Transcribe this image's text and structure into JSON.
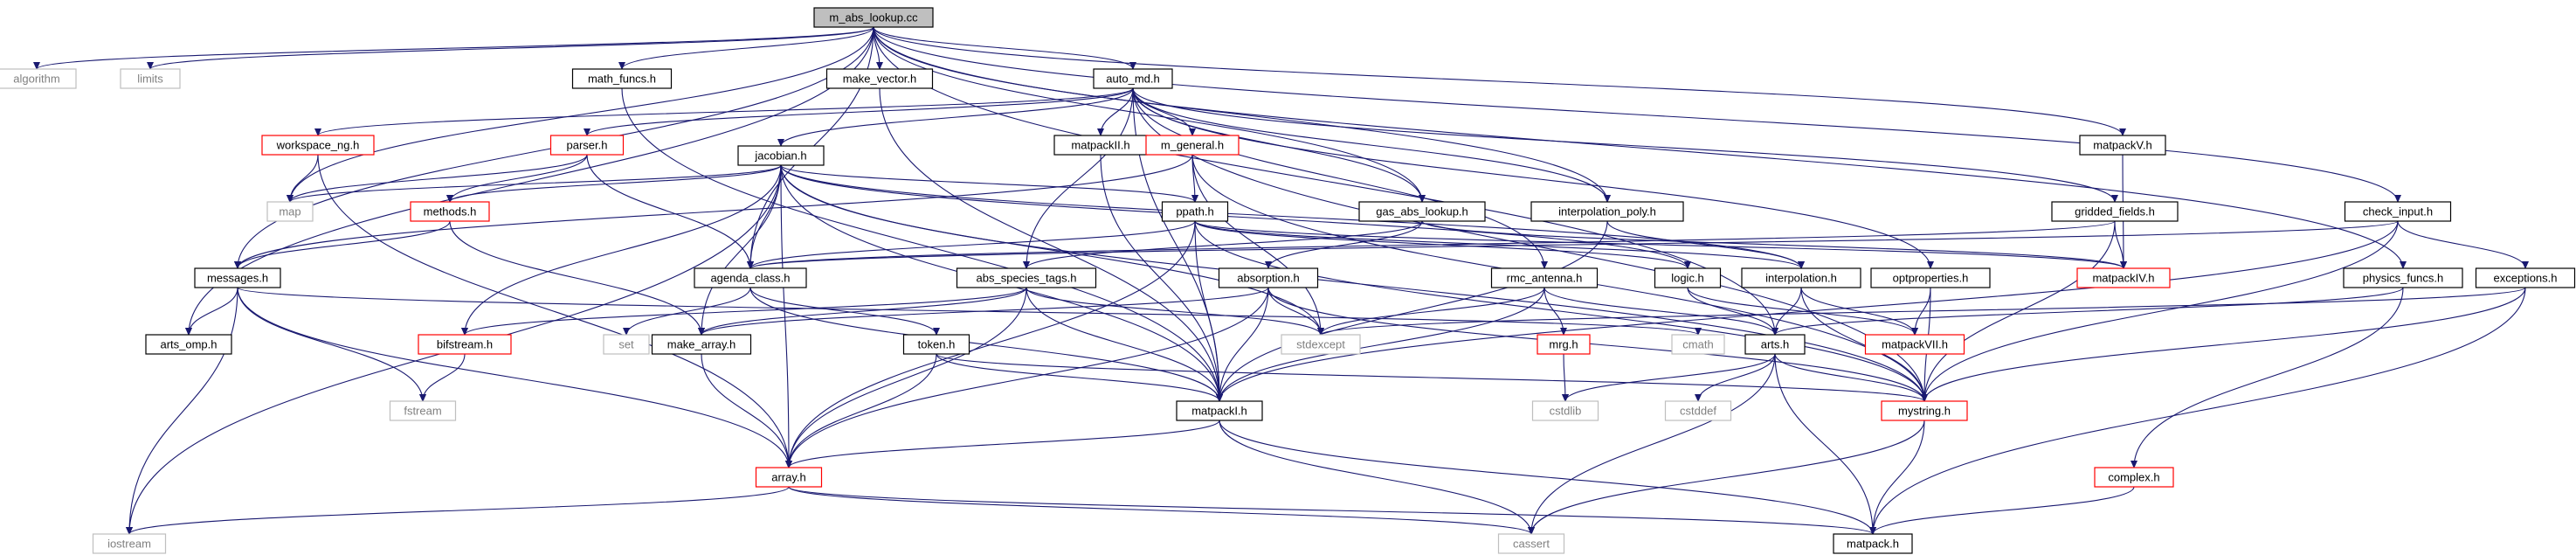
{
  "diagram": {
    "root": "m_abs_lookup.cc",
    "colors": {
      "edge": "#191970",
      "root_fill": "#bfbfbf",
      "root_border": "#000000",
      "documented_border": "#000000",
      "has_more_border": "#ff0000",
      "external_border": "#bfbfbf",
      "external_text": "#808080",
      "text": "#000000"
    },
    "nodes": [
      {
        "id": "root",
        "label": "m_abs_lookup.cc",
        "kind": "root"
      },
      {
        "id": "algorithm",
        "label": "algorithm",
        "kind": "external"
      },
      {
        "id": "limits",
        "label": "limits",
        "kind": "external"
      },
      {
        "id": "math_funcs",
        "label": "math_funcs.h",
        "kind": "documented"
      },
      {
        "id": "make_vector",
        "label": "make_vector.h",
        "kind": "documented"
      },
      {
        "id": "auto_md",
        "label": "auto_md.h",
        "kind": "documented"
      },
      {
        "id": "matpackV",
        "label": "matpackV.h",
        "kind": "documented"
      },
      {
        "id": "check_input",
        "label": "check_input.h",
        "kind": "documented"
      },
      {
        "id": "workspace_ng",
        "label": "workspace_ng.h",
        "kind": "has-more"
      },
      {
        "id": "parser",
        "label": "parser.h",
        "kind": "has-more"
      },
      {
        "id": "jacobian",
        "label": "jacobian.h",
        "kind": "documented"
      },
      {
        "id": "matpackII",
        "label": "matpackII.h",
        "kind": "documented"
      },
      {
        "id": "m_general",
        "label": "m_general.h",
        "kind": "has-more"
      },
      {
        "id": "map",
        "label": "map",
        "kind": "external"
      },
      {
        "id": "methods",
        "label": "methods.h",
        "kind": "has-more"
      },
      {
        "id": "ppath",
        "label": "ppath.h",
        "kind": "documented"
      },
      {
        "id": "gas_abs_lookup",
        "label": "gas_abs_lookup.h",
        "kind": "documented"
      },
      {
        "id": "interpolation_poly",
        "label": "interpolation_poly.h",
        "kind": "documented"
      },
      {
        "id": "gridded_fields",
        "label": "gridded_fields.h",
        "kind": "documented"
      },
      {
        "id": "messages",
        "label": "messages.h",
        "kind": "documented"
      },
      {
        "id": "agenda_class",
        "label": "agenda_class.h",
        "kind": "documented"
      },
      {
        "id": "abs_species_tags",
        "label": "abs_species_tags.h",
        "kind": "documented"
      },
      {
        "id": "absorption",
        "label": "absorption.h",
        "kind": "documented"
      },
      {
        "id": "rmc_antenna",
        "label": "rmc_antenna.h",
        "kind": "documented"
      },
      {
        "id": "logic",
        "label": "logic.h",
        "kind": "documented"
      },
      {
        "id": "interpolation",
        "label": "interpolation.h",
        "kind": "documented"
      },
      {
        "id": "optproperties",
        "label": "optproperties.h",
        "kind": "documented"
      },
      {
        "id": "matpackIV",
        "label": "matpackIV.h",
        "kind": "has-more"
      },
      {
        "id": "physics_funcs",
        "label": "physics_funcs.h",
        "kind": "documented"
      },
      {
        "id": "exceptions",
        "label": "exceptions.h",
        "kind": "documented"
      },
      {
        "id": "arts_omp",
        "label": "arts_omp.h",
        "kind": "documented"
      },
      {
        "id": "bifstream",
        "label": "bifstream.h",
        "kind": "has-more"
      },
      {
        "id": "set",
        "label": "set",
        "kind": "external"
      },
      {
        "id": "make_array",
        "label": "make_array.h",
        "kind": "documented"
      },
      {
        "id": "token",
        "label": "token.h",
        "kind": "documented"
      },
      {
        "id": "stdexcept",
        "label": "stdexcept",
        "kind": "external"
      },
      {
        "id": "mrg",
        "label": "mrg.h",
        "kind": "has-more"
      },
      {
        "id": "cmath",
        "label": "cmath",
        "kind": "external"
      },
      {
        "id": "arts",
        "label": "arts.h",
        "kind": "documented"
      },
      {
        "id": "matpackVII",
        "label": "matpackVII.h",
        "kind": "has-more"
      },
      {
        "id": "fstream",
        "label": "fstream",
        "kind": "external"
      },
      {
        "id": "matpackI",
        "label": "matpackI.h",
        "kind": "documented"
      },
      {
        "id": "cstdlib",
        "label": "cstdlib",
        "kind": "external"
      },
      {
        "id": "cstddef",
        "label": "cstddef",
        "kind": "external"
      },
      {
        "id": "mystring",
        "label": "mystring.h",
        "kind": "has-more"
      },
      {
        "id": "array",
        "label": "array.h",
        "kind": "has-more"
      },
      {
        "id": "complex",
        "label": "complex.h",
        "kind": "has-more"
      },
      {
        "id": "iostream",
        "label": "iostream",
        "kind": "external"
      },
      {
        "id": "cassert",
        "label": "cassert",
        "kind": "external"
      },
      {
        "id": "matpack",
        "label": "matpack.h",
        "kind": "documented"
      }
    ],
    "edges": [
      [
        "root",
        "algorithm"
      ],
      [
        "root",
        "limits"
      ],
      [
        "root",
        "math_funcs"
      ],
      [
        "root",
        "make_vector"
      ],
      [
        "root",
        "auto_md"
      ],
      [
        "root",
        "matpackV"
      ],
      [
        "root",
        "check_input"
      ],
      [
        "root",
        "map"
      ],
      [
        "root",
        "messages"
      ],
      [
        "root",
        "agenda_class"
      ],
      [
        "root",
        "arts_omp"
      ],
      [
        "root",
        "gas_abs_lookup"
      ],
      [
        "root",
        "interpolation_poly"
      ],
      [
        "root",
        "physics_funcs"
      ],
      [
        "root",
        "arts"
      ],
      [
        "math_funcs",
        "matpackI"
      ],
      [
        "make_vector",
        "matpackI"
      ],
      [
        "auto_md",
        "workspace_ng"
      ],
      [
        "auto_md",
        "parser"
      ],
      [
        "auto_md",
        "jacobian"
      ],
      [
        "auto_md",
        "matpackII"
      ],
      [
        "auto_md",
        "m_general"
      ],
      [
        "auto_md",
        "gas_abs_lookup"
      ],
      [
        "auto_md",
        "abs_species_tags"
      ],
      [
        "auto_md",
        "rmc_antenna"
      ],
      [
        "auto_md",
        "optproperties"
      ],
      [
        "auto_md",
        "gridded_fields"
      ],
      [
        "auto_md",
        "interpolation_poly"
      ],
      [
        "auto_md",
        "mystring"
      ],
      [
        "auto_md",
        "matpackI"
      ],
      [
        "matpackV",
        "matpackIV"
      ],
      [
        "check_input",
        "exceptions"
      ],
      [
        "check_input",
        "agenda_class"
      ],
      [
        "check_input",
        "mystring"
      ],
      [
        "check_input",
        "matpackI"
      ],
      [
        "workspace_ng",
        "map"
      ],
      [
        "workspace_ng",
        "array"
      ],
      [
        "parser",
        "map"
      ],
      [
        "parser",
        "methods"
      ],
      [
        "parser",
        "agenda_class"
      ],
      [
        "jacobian",
        "map"
      ],
      [
        "jacobian",
        "methods"
      ],
      [
        "jacobian",
        "agenda_class"
      ],
      [
        "jacobian",
        "ppath"
      ],
      [
        "jacobian",
        "logic"
      ],
      [
        "jacobian",
        "interpolation"
      ],
      [
        "jacobian",
        "bifstream"
      ],
      [
        "jacobian",
        "make_array"
      ],
      [
        "jacobian",
        "iostream"
      ],
      [
        "jacobian",
        "stdexcept"
      ],
      [
        "jacobian",
        "matpackI"
      ],
      [
        "jacobian",
        "array"
      ],
      [
        "jacobian",
        "mystring"
      ],
      [
        "matpackII",
        "matpackI"
      ],
      [
        "m_general",
        "messages"
      ],
      [
        "m_general",
        "mystring"
      ],
      [
        "m_general",
        "stdexcept"
      ],
      [
        "m_general",
        "ppath"
      ],
      [
        "methods",
        "messages"
      ],
      [
        "methods",
        "make_array"
      ],
      [
        "ppath",
        "agenda_class"
      ],
      [
        "ppath",
        "matpackI"
      ],
      [
        "ppath",
        "array"
      ],
      [
        "ppath",
        "interpolation"
      ],
      [
        "ppath",
        "logic"
      ],
      [
        "ppath",
        "mystring"
      ],
      [
        "ppath",
        "matpackIV"
      ],
      [
        "gas_abs_lookup",
        "absorption"
      ],
      [
        "gas_abs_lookup",
        "abs_species_tags"
      ],
      [
        "gas_abs_lookup",
        "matpackIV"
      ],
      [
        "interpolation_poly",
        "interpolation"
      ],
      [
        "interpolation_poly",
        "matpackI"
      ],
      [
        "gridded_fields",
        "matpackIV"
      ],
      [
        "gridded_fields",
        "mystring"
      ],
      [
        "gridded_fields",
        "agenda_class"
      ],
      [
        "messages",
        "arts_omp"
      ],
      [
        "messages",
        "fstream"
      ],
      [
        "messages",
        "iostream"
      ],
      [
        "messages",
        "array"
      ],
      [
        "messages",
        "cmath"
      ],
      [
        "agenda_class",
        "set"
      ],
      [
        "agenda_class",
        "token"
      ],
      [
        "agenda_class",
        "matpackI"
      ],
      [
        "abs_species_tags",
        "make_array"
      ],
      [
        "abs_species_tags",
        "stdexcept"
      ],
      [
        "abs_species_tags",
        "matpackI"
      ],
      [
        "abs_species_tags",
        "array"
      ],
      [
        "abs_species_tags",
        "bifstream"
      ],
      [
        "absorption",
        "stdexcept"
      ],
      [
        "absorption",
        "mystring"
      ],
      [
        "absorption",
        "matpackI"
      ],
      [
        "absorption",
        "array"
      ],
      [
        "absorption",
        "make_array"
      ],
      [
        "rmc_antenna",
        "mrg"
      ],
      [
        "rmc_antenna",
        "arts"
      ],
      [
        "rmc_antenna",
        "stdexcept"
      ],
      [
        "rmc_antenna",
        "matpackI"
      ],
      [
        "logic",
        "arts"
      ],
      [
        "logic",
        "matpackVII"
      ],
      [
        "interpolation",
        "arts"
      ],
      [
        "interpolation",
        "matpackVII"
      ],
      [
        "interpolation",
        "mystring"
      ],
      [
        "optproperties",
        "matpackVII"
      ],
      [
        "optproperties",
        "mystring"
      ],
      [
        "physics_funcs",
        "complex"
      ],
      [
        "physics_funcs",
        "arts"
      ],
      [
        "exceptions",
        "mystring"
      ],
      [
        "exceptions",
        "matpack"
      ],
      [
        "exceptions",
        "stdexcept"
      ],
      [
        "bifstream",
        "fstream"
      ],
      [
        "make_array",
        "array"
      ],
      [
        "token",
        "matpackI"
      ],
      [
        "token",
        "array"
      ],
      [
        "token",
        "mystring"
      ],
      [
        "mrg",
        "cstdlib"
      ],
      [
        "arts",
        "cstdlib"
      ],
      [
        "arts",
        "cstddef"
      ],
      [
        "arts",
        "cassert"
      ],
      [
        "arts",
        "matpack"
      ],
      [
        "arts",
        "mystring"
      ],
      [
        "matpackI",
        "array"
      ],
      [
        "matpackI",
        "cassert"
      ],
      [
        "matpackI",
        "matpack"
      ],
      [
        "mystring",
        "cassert"
      ],
      [
        "mystring",
        "matpack"
      ],
      [
        "array",
        "iostream"
      ],
      [
        "array",
        "cassert"
      ],
      [
        "array",
        "matpack"
      ],
      [
        "complex",
        "matpack"
      ]
    ]
  }
}
